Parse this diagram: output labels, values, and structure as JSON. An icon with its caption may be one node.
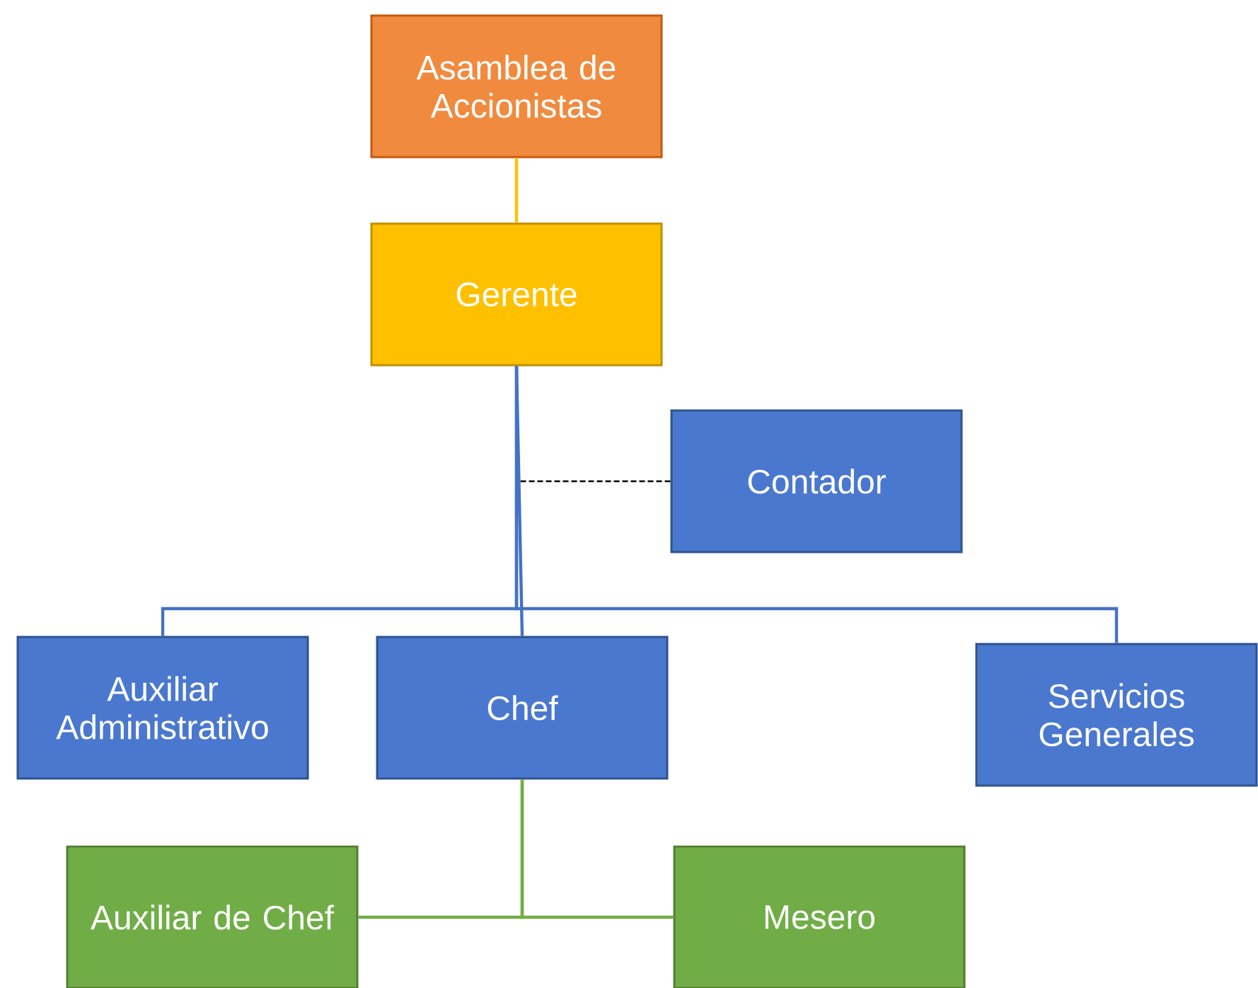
{
  "diagram": {
    "nodes": [
      {
        "text": [
          "Asamblea de Accionistas"
        ]
      },
      {
        "text": [
          "Gerente"
        ]
      },
      {
        "text": [
          "Contador"
        ]
      },
      {
        "text": [
          "Auxiliar Administrativo"
        ]
      },
      {
        "text": [
          "Chef"
        ]
      },
      {
        "text": [
          "Servicios Generales"
        ]
      },
      {
        "text": [
          "Auxiliar de Chef"
        ]
      },
      {
        "text": [
          "Mesero"
        ]
      }
    ],
    "edges": [
      {
        "from": 0,
        "to": 1,
        "arrow": "none",
        "color": "#ffc000"
      },
      {
        "from": 1,
        "to": 2,
        "arrow": "none",
        "style": "dashed",
        "color": "#000000"
      },
      {
        "from": 1,
        "to": 3,
        "arrow": "none"
      },
      {
        "from": 1,
        "to": 4,
        "arrow": "none"
      },
      {
        "from": 1,
        "to": 5,
        "arrow": "none"
      },
      {
        "from": 4,
        "to": 6,
        "arrow": "none",
        "color": "#70ad47"
      },
      {
        "from": 4,
        "to": 7,
        "arrow": "none",
        "color": "#70ad47"
      }
    ]
  }
}
